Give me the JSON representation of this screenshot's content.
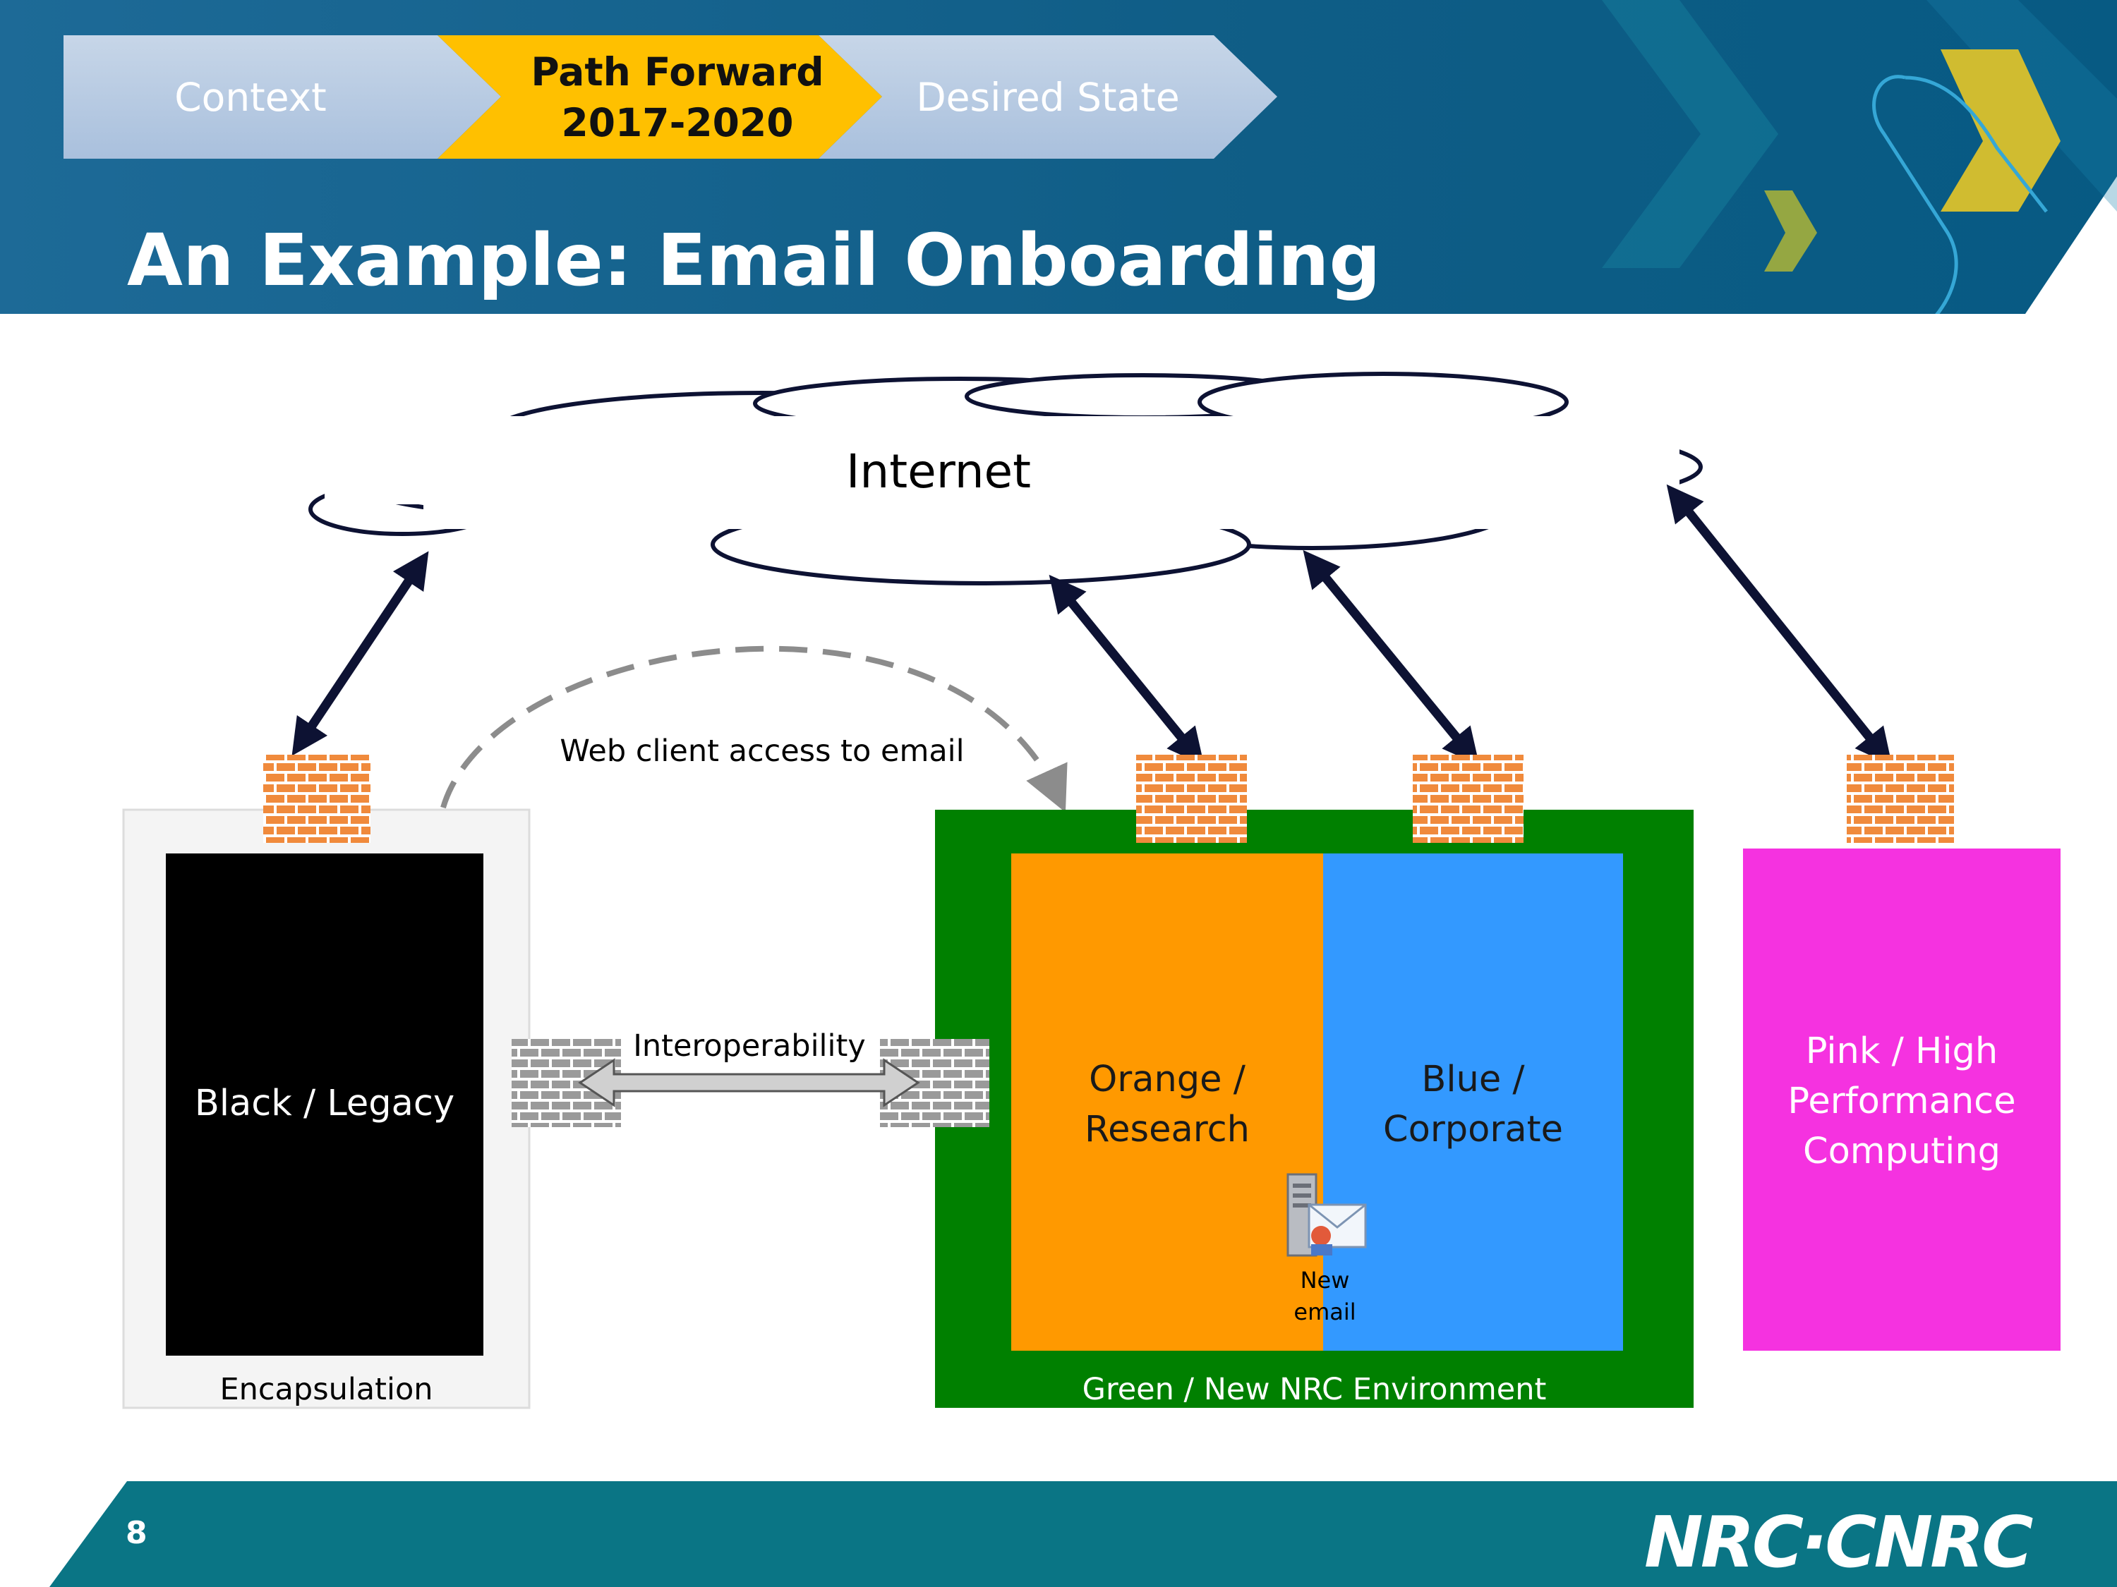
{
  "breadcrumbs": [
    {
      "label": "Context"
    },
    {
      "label_line1": "Path Forward",
      "label_line2": "2017-2020",
      "active": true
    },
    {
      "label": "Desired State"
    }
  ],
  "title": "An Example: Email Onboarding",
  "diagram": {
    "internet_label": "Internet",
    "web_client_label": "Web client access to email",
    "interoperability_label": "Interoperability",
    "encapsulation_label": "Encapsulation",
    "legacy_label": "Black / Legacy",
    "green_label": "Green / New NRC Environment",
    "orange_label_line1": "Orange /",
    "orange_label_line2": "Research",
    "blue_label_line1": "Blue /",
    "blue_label_line2": "Corporate",
    "pink_label_line1": "Pink / High",
    "pink_label_line2": "Performance",
    "pink_label_line3": "Computing",
    "email_label_line1": "New",
    "email_label_line2": "email"
  },
  "footer": {
    "page_number": "8",
    "logo": "NRC·CNRC"
  },
  "colors": {
    "header_blue": "#1a6fa0",
    "breadcrumb_active": "#ffc000",
    "green": "#008000",
    "orange": "#ff9900",
    "blue": "#3399ff",
    "pink": "#f532e0",
    "legacy": "#000000",
    "footer_teal": "#0a7585"
  }
}
